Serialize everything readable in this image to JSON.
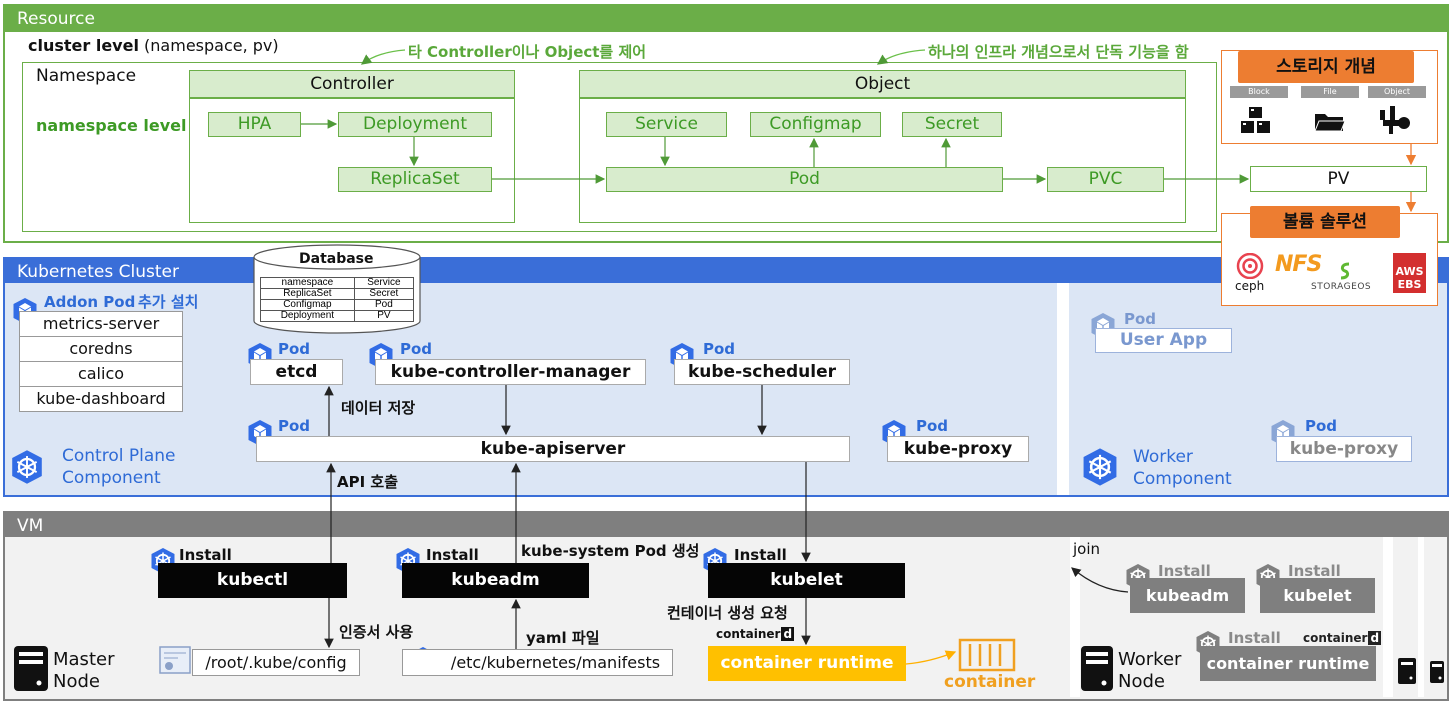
{
  "resource": {
    "title": "Resource",
    "cluster_level": "cluster level",
    "cluster_level_note": "(namespace, pv)",
    "namespace_title": "Namespace",
    "namespace_level": "namespace  level",
    "controller_note": "타 Controller이나 Object를 제어",
    "object_note": "하나의 인프라 개념으로서 단독 기능을 함",
    "controller": {
      "title": "Controller",
      "hpa": "HPA",
      "deployment": "Deployment",
      "replicaset": "ReplicaSet"
    },
    "object": {
      "title": "Object",
      "service": "Service",
      "configmap": "Configmap",
      "secret": "Secret",
      "pod": "Pod",
      "pvc": "PVC"
    },
    "pv": "PV",
    "storage": {
      "title": "스토리지 개념",
      "block": "Block",
      "file": "File",
      "object": "Object"
    },
    "volume": {
      "title": "볼륨 솔루션",
      "ceph": "ceph",
      "nfs": "NFS",
      "storageos": "STORAGEOS",
      "aws": "AWS",
      "ebs": "EBS"
    }
  },
  "cluster": {
    "title": "Kubernetes Cluster",
    "database": {
      "title": "Database",
      "rows": [
        [
          "namespace",
          "Service"
        ],
        [
          "ReplicaSet",
          "Secret"
        ],
        [
          "Configmap",
          "Pod"
        ],
        [
          "Deployment",
          "PV"
        ]
      ]
    },
    "addon": {
      "pod_label": "Addon Pod",
      "note": "추가 설치",
      "items": [
        "metrics-server",
        "coredns",
        "calico",
        "kube-dashboard"
      ]
    },
    "pod_label": "Pod",
    "etcd": "etcd",
    "controller_manager": "kube-controller-manager",
    "scheduler": "kube-scheduler",
    "apiserver": "kube-apiserver",
    "proxy": "kube-proxy",
    "data_store": "데이터 저장",
    "api_call": "API 호출",
    "control_plane": [
      "Control Plane",
      "Component"
    ],
    "worker": {
      "user_app": "User App",
      "proxy": "kube-proxy",
      "component": [
        "Worker",
        "Component"
      ]
    }
  },
  "vm": {
    "title": "VM",
    "install": "Install",
    "kubectl": "kubectl",
    "kubeadm": "kubeadm",
    "kubelet": "kubelet",
    "system_pod": "kube-system Pod 생성",
    "cert_use": "인증서 사용",
    "yaml": "yaml 파일",
    "container_request": "컨테이너 생성 요청",
    "containerd": "container",
    "config_path": "/root/.kube/config",
    "manifests_path": "/etc/kubernetes/manifests",
    "runtime": "container runtime",
    "container": "container",
    "master": [
      "Master",
      "Node"
    ],
    "join": "join",
    "worker_kubeadm": "kubeadm",
    "worker_kubelet": "kubelet",
    "worker_runtime": "container runtime",
    "worker": [
      "Worker",
      "Node"
    ]
  },
  "colors": {
    "green": "#6bae48",
    "blue": "#3a6ed8",
    "gray": "#7f7f7f",
    "orange": "#ed7d31",
    "yellow": "#ffc000"
  }
}
